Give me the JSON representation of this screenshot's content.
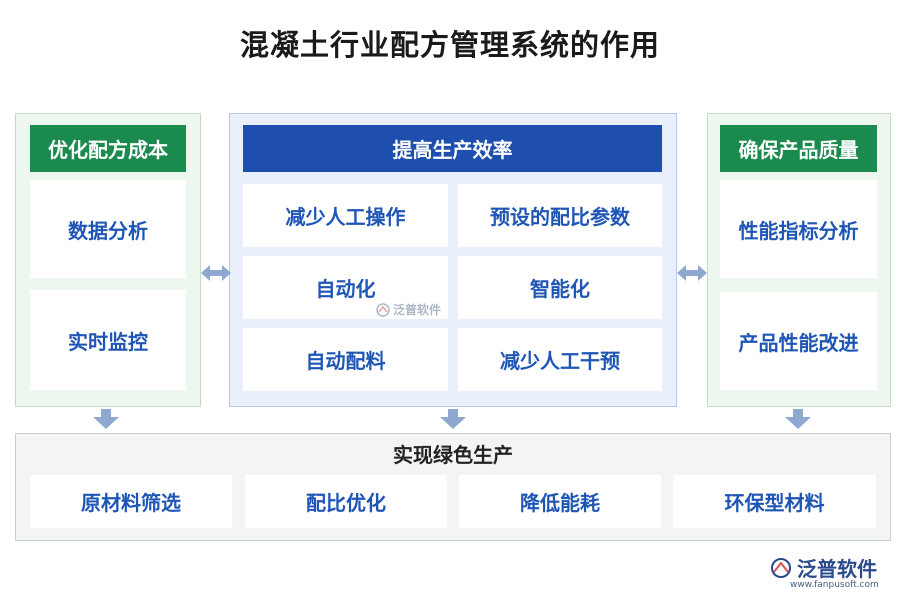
{
  "title": "混凝土行业配方管理系统的作用",
  "left": {
    "header": "优化配方成本",
    "items": [
      "数据分析",
      "实时监控"
    ]
  },
  "center": {
    "header": "提高生产效率",
    "items": [
      "减少人工操作",
      "预设的配比参数",
      "自动化",
      "智能化",
      "自动配料",
      "减少人工干预"
    ],
    "watermark": "泛普软件"
  },
  "right": {
    "header": "确保产品质量",
    "items": [
      "性能指标分析",
      "产品性能改进"
    ]
  },
  "bottom": {
    "header": "实现绿色生产",
    "items": [
      "原材料筛选",
      "配比优化",
      "降低能耗",
      "环保型材料"
    ]
  },
  "brand": {
    "name": "泛普软件",
    "url": "www.fanpusoft.com"
  },
  "colors": {
    "green": "#1a8a4e",
    "blue": "#1f4fae",
    "card_text": "#1f56b5",
    "arrow": "#8fa8cf"
  }
}
